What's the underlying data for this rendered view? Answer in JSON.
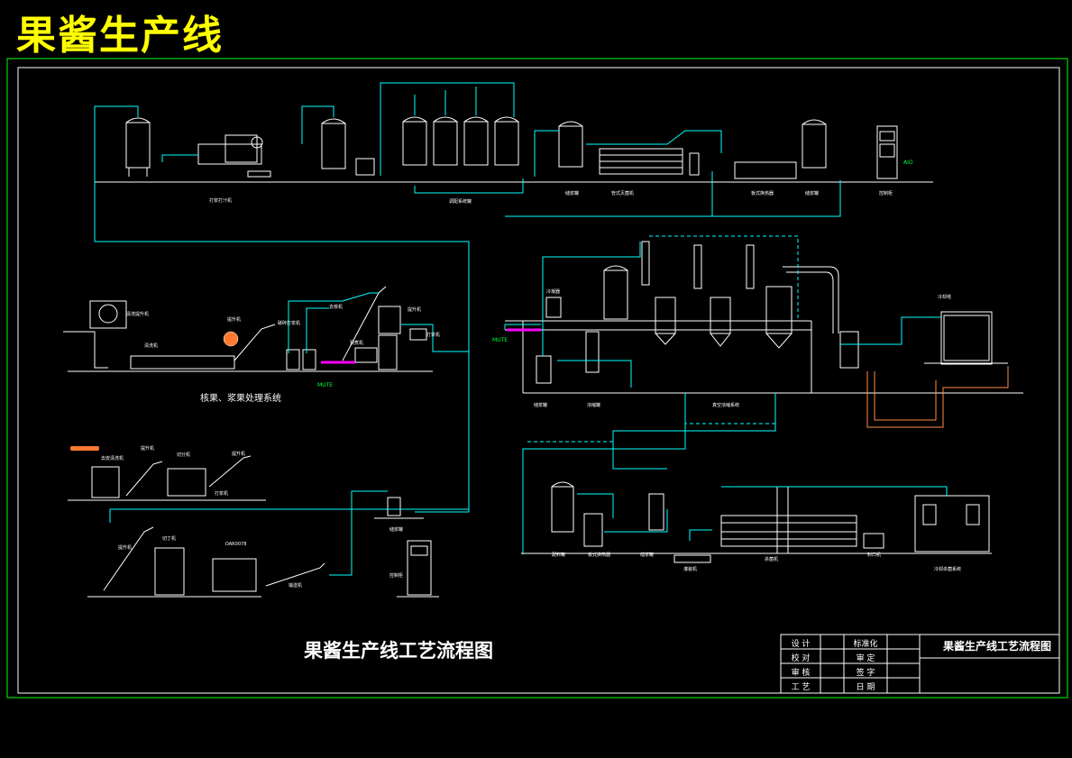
{
  "banner_title": "果酱生产线",
  "drawing_title": "果酱生产线工艺流程图",
  "subsystem_label": "核果、浆果处理系统",
  "equipment_labels": {
    "top_row": [
      "打浆打汁机",
      "调配系统罐",
      "储浆罐",
      "管式灭菌机",
      "板式换热器",
      "储浆罐",
      "控制柜"
    ],
    "left_mid": [
      "清洗提升机",
      "清洗机",
      "提升机",
      "破碎打浆机",
      "去核机",
      "提升机",
      "预煮机",
      "打浆机"
    ],
    "left_low": [
      "去皮清洗机",
      "提升机",
      "切分机",
      "提升机",
      "打浆机",
      "提升机",
      "切丁机",
      "DAR0078",
      "输送机",
      "储浆罐",
      "控制柜"
    ],
    "right_mid": [
      "储浆罐",
      "浓缩罐",
      "真空浓缩系统",
      "冷凝器",
      "冷却塔"
    ],
    "right_low": [
      "配料罐",
      "板式换热器",
      "储浆罐",
      "灌装机",
      "杀菌机",
      "封口机",
      "冷却杀菌系统"
    ]
  },
  "green_tags": {
    "right_tag": "AIO",
    "mid_tag": "MUTE",
    "left_tag": "MUTE"
  },
  "title_block": {
    "design": "设 计",
    "standard": "标准化",
    "check": "校 对",
    "review": "审 定",
    "audit": "审 核",
    "sign": "签 字",
    "process": "工 艺",
    "date": "日 期",
    "name": "果酱生产线工艺流程图"
  },
  "colors": {
    "banner": "#ffff00",
    "border": "#00ff00",
    "pipe": "#00ffff",
    "equipment": "#ffffff",
    "product": "#ff6600",
    "conveyor": "#ff00ff"
  }
}
